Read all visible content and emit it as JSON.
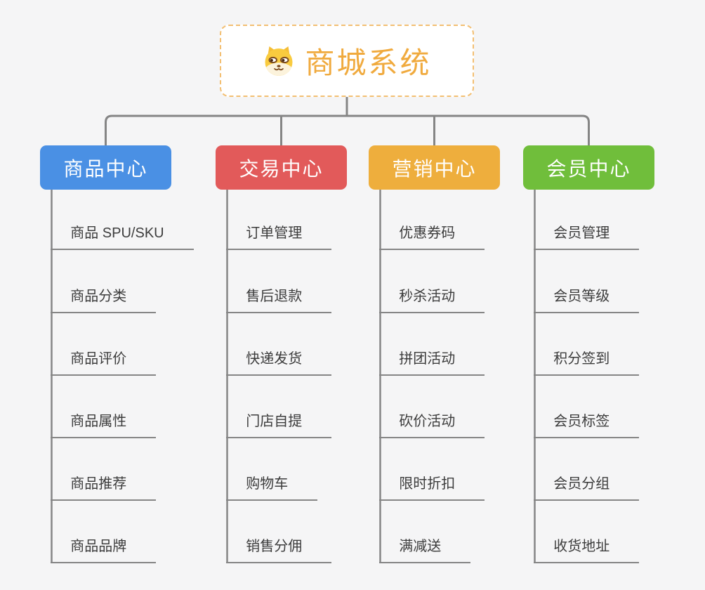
{
  "page": {
    "background": "#F5F5F6"
  },
  "root": {
    "title": "商城系统",
    "icon": "dog-face-icon",
    "text_color": "#F0AA3E",
    "border_color": "#F3BF72",
    "background": "#FFFFFF"
  },
  "connector_color": "#858585",
  "leaf_text_color": "#3C3C3C",
  "branches": [
    {
      "label": "商品中心",
      "color": "#4A90E4",
      "children": [
        "商品 SPU/SKU",
        "商品分类",
        "商品评价",
        "商品属性",
        "商品推荐",
        "商品品牌"
      ]
    },
    {
      "label": "交易中心",
      "color": "#E25A5A",
      "children": [
        "订单管理",
        "售后退款",
        "快递发货",
        "门店自提",
        "购物车",
        "销售分佣"
      ]
    },
    {
      "label": "营销中心",
      "color": "#EEAE3D",
      "children": [
        "优惠券码",
        "秒杀活动",
        "拼团活动",
        "砍价活动",
        "限时折扣",
        "满减送"
      ]
    },
    {
      "label": "会员中心",
      "color": "#70BE3B",
      "children": [
        "会员管理",
        "会员等级",
        "积分签到",
        "会员标签",
        "会员分组",
        "收货地址"
      ]
    }
  ]
}
